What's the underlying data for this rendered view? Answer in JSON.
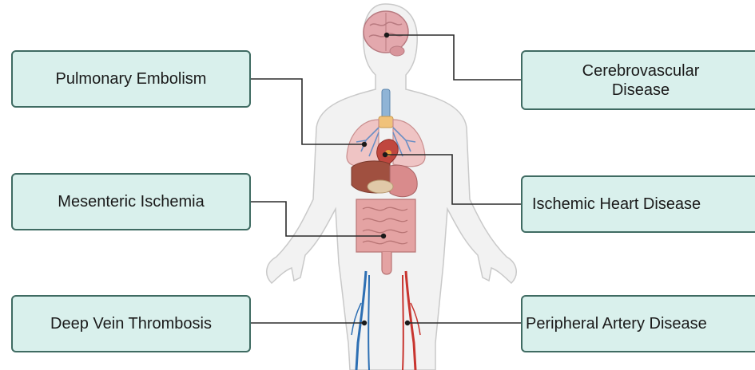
{
  "labels": {
    "pulmonary_embolism": "Pulmonary Embolism",
    "mesenteric_ischemia": "Mesenteric Ischemia",
    "deep_vein_thrombosis": "Deep Vein Thrombosis",
    "cerebrovascular_line1": "Cerebrovascular",
    "cerebrovascular_line2": "Disease",
    "ischemic_heart_disease": "Ischemic Heart Disease",
    "peripheral_artery_disease": "Peripheral Artery Disease"
  },
  "colors": {
    "box_fill": "#d9f0ec",
    "box_border": "#3f6b62",
    "leader_line": "#2b2b2b",
    "body_fill": "#f1f1f1",
    "body_outline": "#c9c9c9",
    "vein": "#2d6fb3",
    "artery": "#c8352f",
    "organ": "#e6a4a8"
  }
}
